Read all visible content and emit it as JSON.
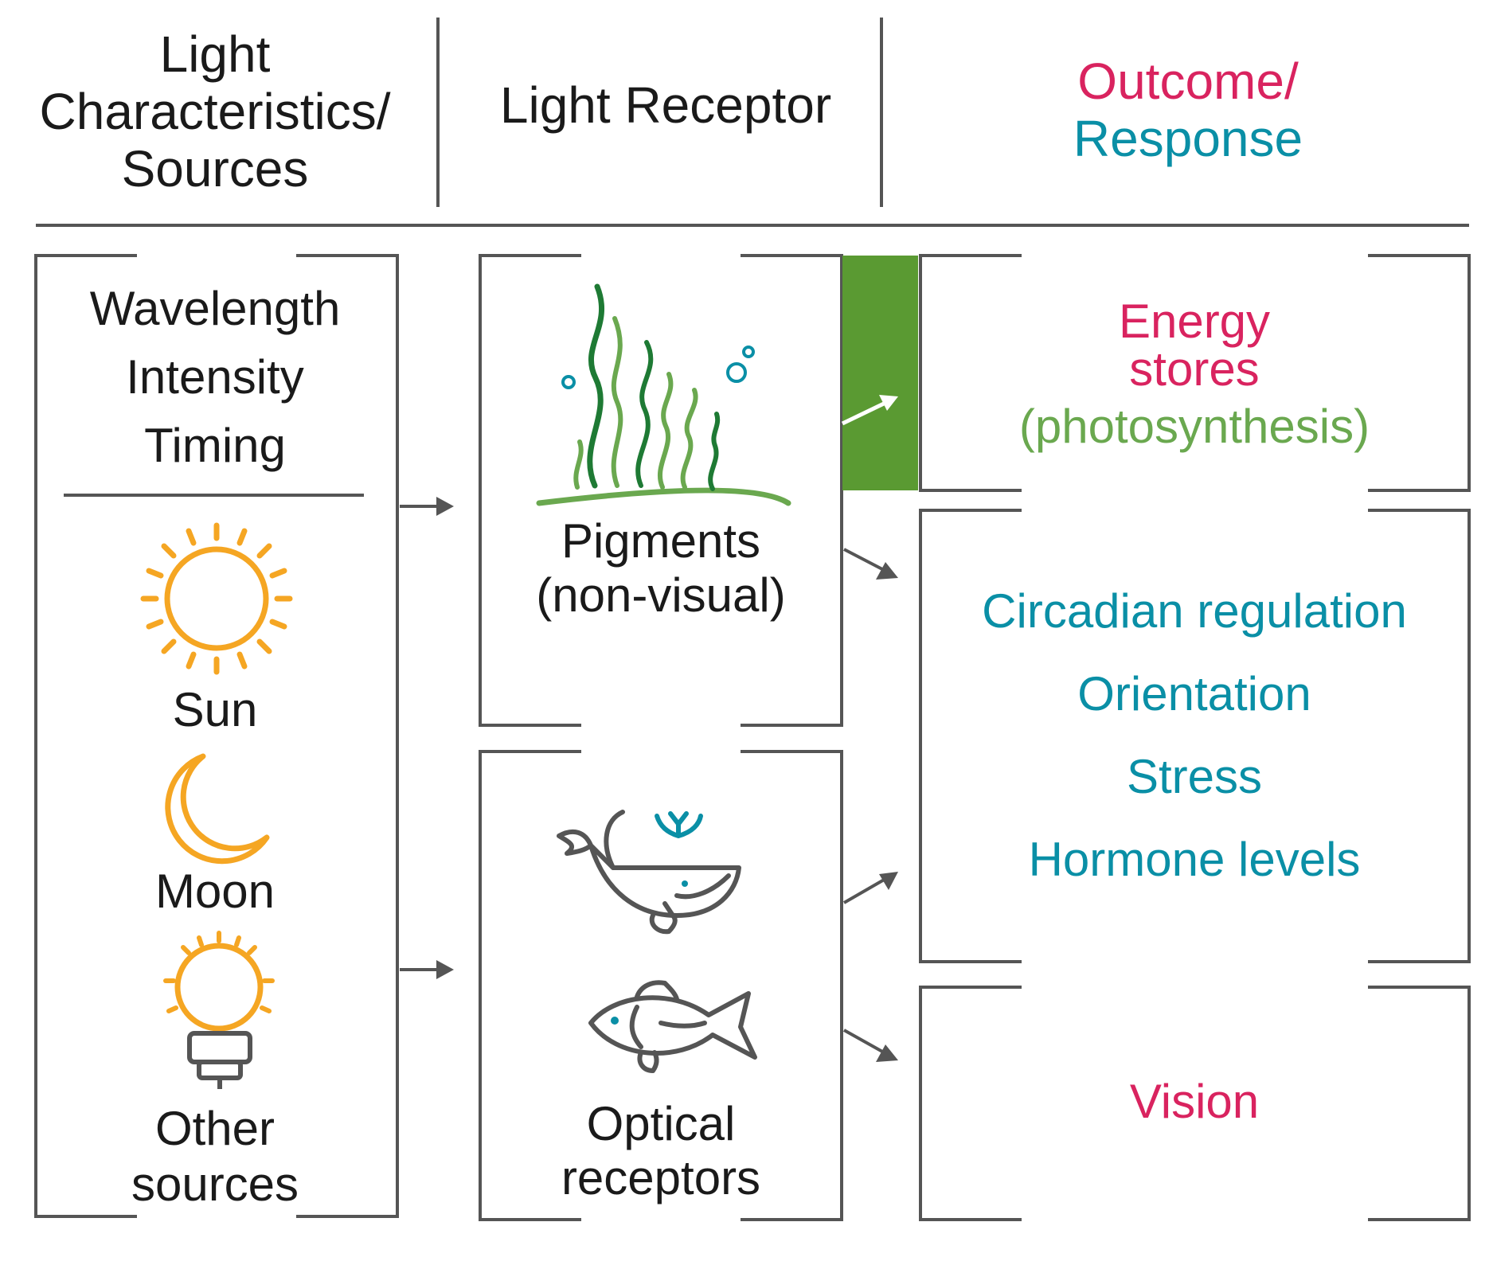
{
  "headers": {
    "col1_lines": [
      "Light",
      "Characteristics/",
      "Sources"
    ],
    "col2": "Light Receptor",
    "col3_line1": "Outcome/",
    "col3_line2": "Response"
  },
  "characteristics": [
    "Wavelength",
    "Intensity",
    "Timing"
  ],
  "sources": {
    "sun": "Sun",
    "moon": "Moon",
    "other_line1": "Other",
    "other_line2": "sources"
  },
  "receptors": {
    "pigments_line1": "Pigments",
    "pigments_line2": "(non-visual)",
    "optical_line1": "Optical",
    "optical_line2": "receptors"
  },
  "outcomes": {
    "energy_line1": "Energy",
    "energy_line2": "stores",
    "energy_line3": "(photosynthesis)",
    "circadian": "Circadian regulation",
    "orientation": "Orientation",
    "stress": "Stress",
    "hormone": "Hormone levels",
    "vision": "Vision"
  },
  "colors": {
    "pink": "#d9235f",
    "teal": "#0a8fa6",
    "light_green": "#6aa84f",
    "dark_green": "#1e7a34",
    "block_green": "#5a9a32",
    "orange": "#f5a623",
    "gray": "#555555"
  }
}
